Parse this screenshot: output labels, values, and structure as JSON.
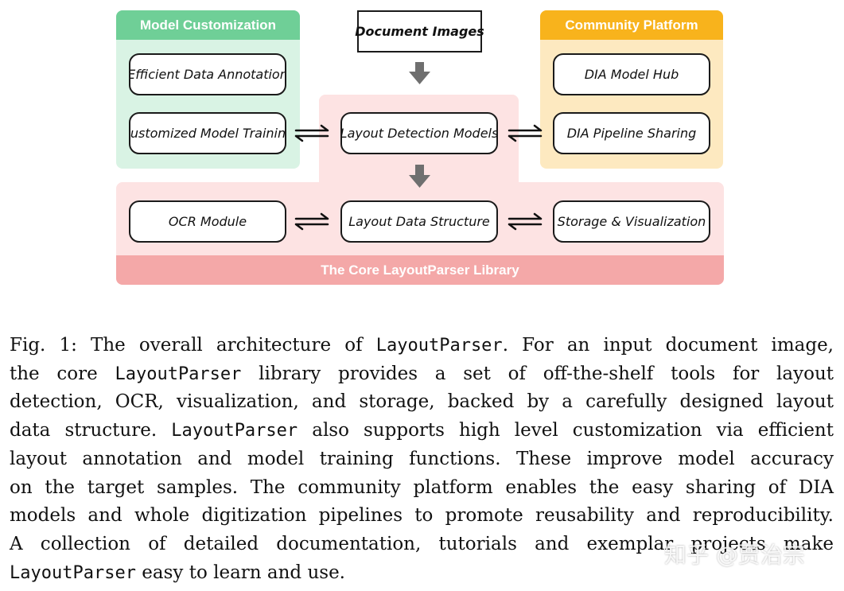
{
  "colors": {
    "customization_header": "#6fcf97",
    "customization_body": "#d9f3e4",
    "community_header": "#f8b31c",
    "community_body": "#fde9c0",
    "core_body": "#fde3e3",
    "core_footer": "#f4a8a8",
    "arrow_gray": "#6f6f6f",
    "double_arrow": "#111111"
  },
  "diagram": {
    "customization_title": "Model Customization",
    "community_title": "Community Platform",
    "core_title": "The Core LayoutParser Library",
    "document_images": "Document Images",
    "efficient_annotation": "Efficient Data Annotation",
    "customized_training": "Customized Model Training",
    "layout_detection": "Layout Detection Models",
    "dia_model_hub": "DIA Model Hub",
    "dia_pipeline_sharing": "DIA Pipeline Sharing",
    "ocr_module": "OCR Module",
    "layout_data_structure": "Layout Data Structure",
    "storage_visualization": "Storage & Visualization"
  },
  "caption": {
    "l1_a": "Fig. 1: The overall architecture of ",
    "l1_code": "LayoutParser",
    "l1_b": ". For an input document image,",
    "l2_a": "the core ",
    "l2_code": "LayoutParser",
    "l2_b": " library provides a set of off-the-shelf tools for layout",
    "l3": "detection, OCR, visualization, and storage, backed by a carefully designed layout",
    "l4_a": "data structure. ",
    "l4_code": "LayoutParser",
    "l4_b": " also supports high level customization via efficient",
    "l5": "layout annotation and model training functions. These improve model accuracy",
    "l6": "on the target samples. The community platform enables the easy sharing of DIA",
    "l7": "models and whole digitization pipelines to promote reusability and reproducibility.",
    "l8": "A collection of detailed documentation, tutorials and exemplar projects make",
    "l9_code": "LayoutParser",
    "l9_b": " easy to learn and use."
  },
  "watermark": "知乎 @贾治宗"
}
